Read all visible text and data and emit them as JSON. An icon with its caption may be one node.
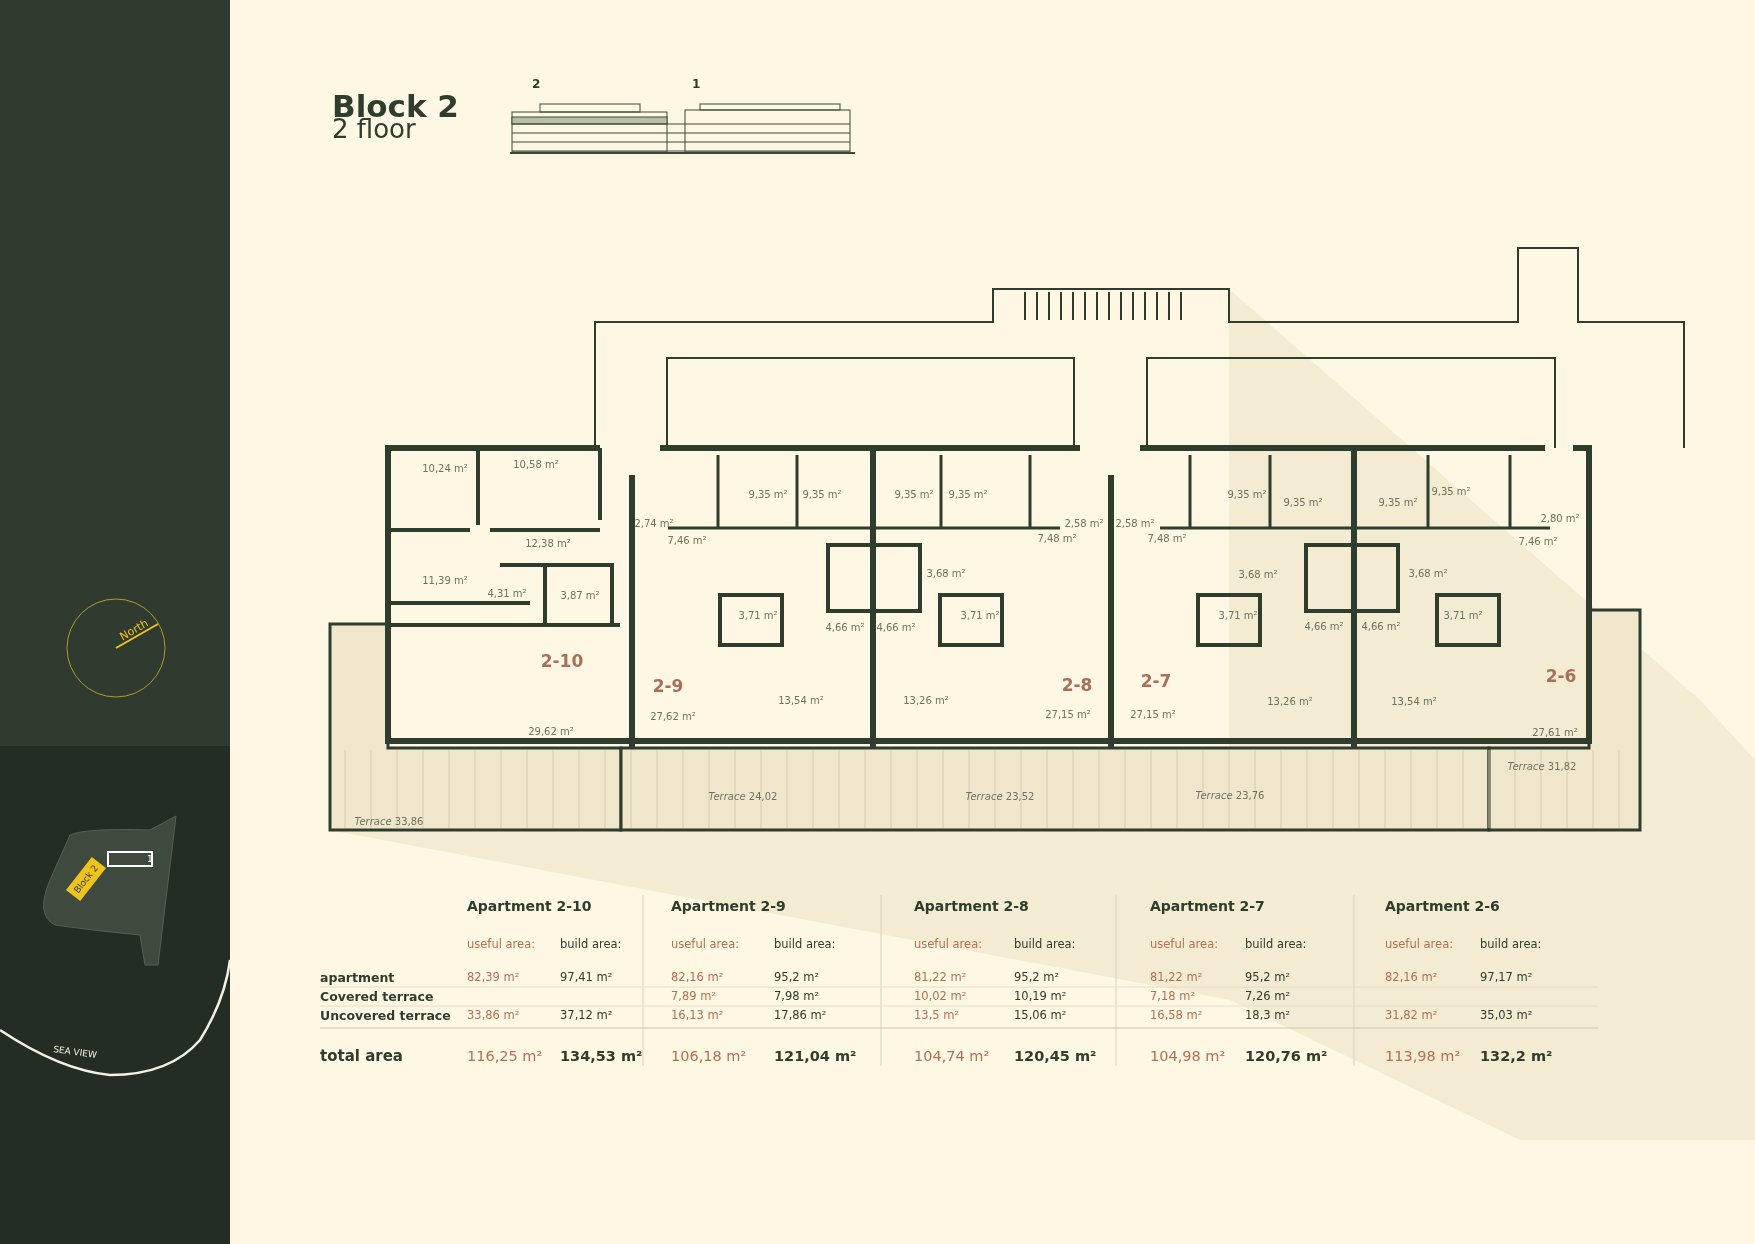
{
  "diagram": {
    "title": "Block 2",
    "labels": [
      "2",
      "1",
      "2 floor",
      "North",
      "Block 2",
      "1",
      "SEA VIEW",
      "10,24 m²",
      "10,58 m²",
      "12,38 m²",
      "11,39 m²",
      "4,31 m²",
      "3,87 m²",
      "2-10",
      "29,62 m²",
      "*Terrace*  33,86",
      "2,74 m²",
      "7,46 m²",
      "9,35 m²",
      "9,35 m²",
      "3,71 m²",
      "4,66 m²",
      "2-9",
      "27,62 m²",
      "13,54 m²",
      "*Terrace*  24,02",
      "9,35 m²",
      "9,35 m²",
      "3,68 m²",
      "4,66 m²",
      "3,71 m²",
      "2,58 m²",
      "7,48 m²",
      "13,26 m²",
      "2-8",
      "27,15 m²",
      "*Terrace*  23,52",
      "2,58 m²",
      "7,48 m²",
      "9,35 m²",
      "9,35 m²",
      "3,68 m²",
      "3,71 m²",
      "4,66 m²",
      "2-7",
      "27,15 m²",
      "13,26 m²",
      "*Terrace*  23,76",
      "9,35 m²",
      "9,35 m²",
      "2,80 m²",
      "7,46 m²",
      "3,68 m²",
      "4,66 m²",
      "3,71 m²",
      "2-6",
      "13,54 m²",
      "27,61 m²",
      "*Terrace*  31,82",
      "Apartment 2-10",
      "Apartment 2-9",
      "Apartment 2-8",
      "Apartment 2-7",
      "Apartment 2-6",
      "useful area:",
      "build area:",
      "useful area:",
      "build area:",
      "useful area:",
      "build area:",
      "useful area:",
      "build area:",
      "useful area:",
      "build area:",
      "apartment",
      "82,39 m²",
      "97,41 m²",
      "82,16 m²",
      "95,2 m²",
      "81,22 m²",
      "95,2 m²",
      "81,22 m²",
      "95,2 m²",
      "82,16 m²",
      "97,17 m²",
      "Covered terrace",
      "7,89 m²",
      "7,98 m²",
      "10,02 m²",
      "10,19 m²",
      "7,18 m²",
      "7,26 m²",
      "Uncovered terrace",
      "33,86 m²",
      "37,12 m²",
      "16,13 m²",
      "17,86 m²",
      "13,5 m²",
      "15,06 m²",
      "16,58 m²",
      "18,3 m²",
      "31,82 m²",
      "35,03 m²",
      "total area",
      "116,25 m²",
      "134,53 m²",
      "106,18 m²",
      "121,04 m²",
      "104,74 m²",
      "120,45 m²",
      "104,98 m²",
      "120,76 m²",
      "113,98 m²",
      "132,2 m²"
    ]
  }
}
